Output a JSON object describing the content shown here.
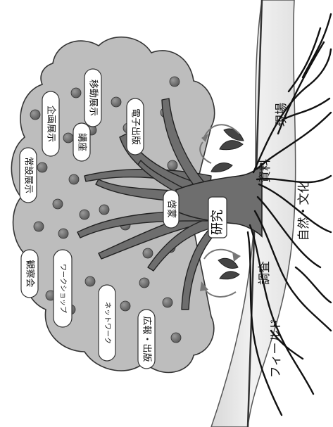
{
  "diagram": {
    "center": "研究",
    "trunk_labels": {
      "field": "フィールド",
      "survey": "調査",
      "nature_culture": "自然・文化",
      "materials": "資料",
      "site": "現場"
    },
    "canopy_labels": {
      "permanent_exhibit": "常設展示",
      "special_exhibit": "企画展示",
      "traveling_exhibit": "移動展示",
      "lecture": "講座",
      "digital_publication": "電子出版",
      "enlightenment": "啓蒙",
      "observation": "観察会",
      "workshop": "ワークショップ",
      "network": "ネットワーク",
      "publicity": "広報・出版"
    }
  }
}
